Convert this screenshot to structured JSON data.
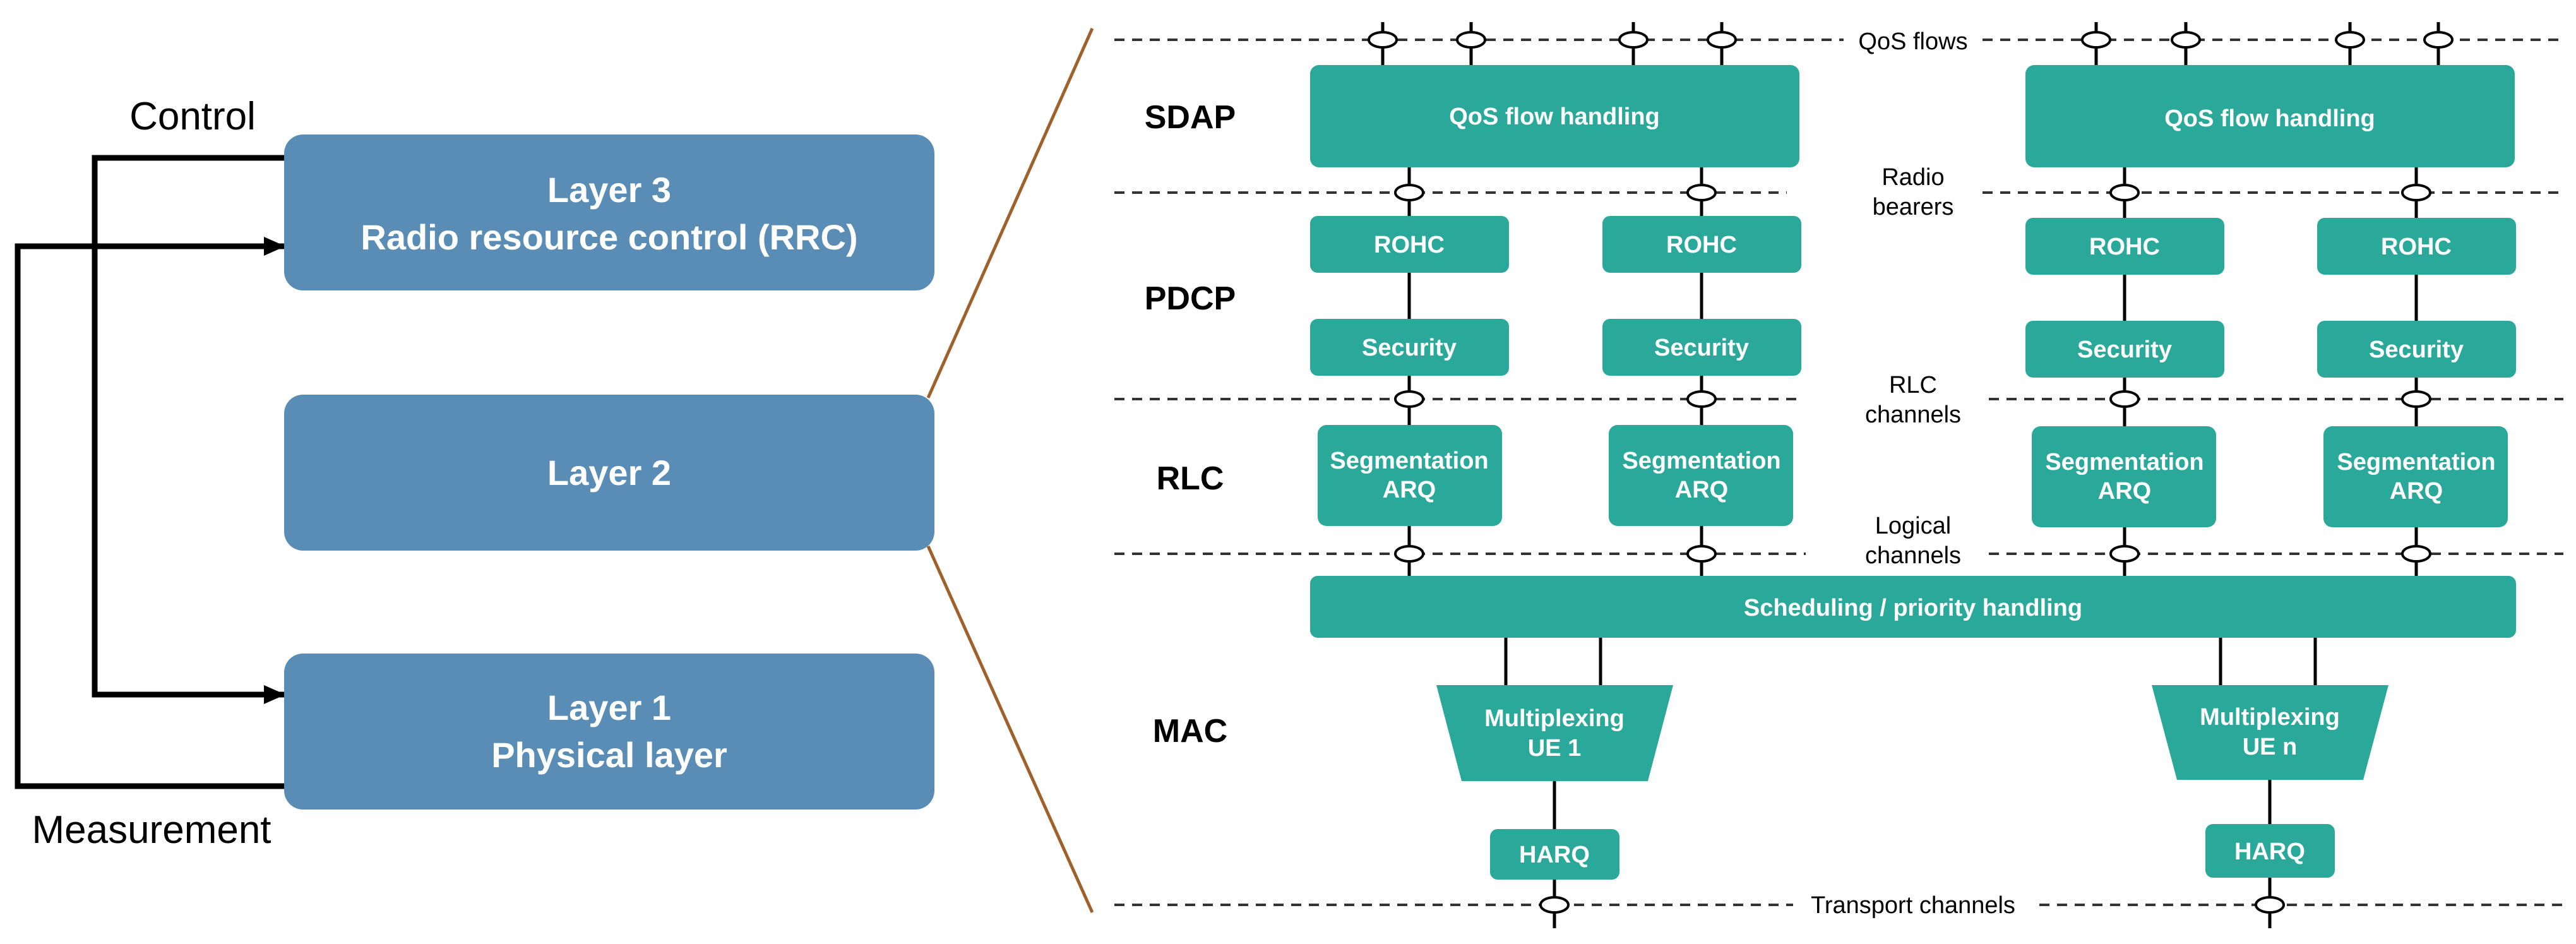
{
  "left": {
    "control_label": "Control",
    "measurement_label": "Measurement",
    "layer3": {
      "line1": "Layer 3",
      "line2": "Radio resource control (RRC)"
    },
    "layer2": {
      "line1": "Layer 2"
    },
    "layer1": {
      "line1": "Layer 1",
      "line2": "Physical layer"
    }
  },
  "right": {
    "sublayers": {
      "sdap": "SDAP",
      "pdcp": "PDCP",
      "rlc": "RLC",
      "mac": "MAC"
    },
    "channels": {
      "qos_flows": "QoS flows",
      "radio_bearers": [
        "Radio",
        "bearers"
      ],
      "rlc_channels": [
        "RLC",
        "channels"
      ],
      "logical_channels": [
        "Logical",
        "channels"
      ],
      "transport_channels": "Transport channels"
    },
    "blocks": {
      "qos_flow_handling": "QoS flow handling",
      "rohc": "ROHC",
      "security": "Security",
      "segmentation": [
        "Segmentation",
        "ARQ"
      ],
      "scheduling": "Scheduling / priority handling",
      "mux_ue1": [
        "Multiplexing",
        "UE 1"
      ],
      "mux_uen": [
        "Multiplexing",
        "UE n"
      ],
      "harq": "HARQ"
    }
  },
  "colors": {
    "layer_box": "#5a8db5",
    "teal_block": "#2aa99a",
    "line": "#000000",
    "dash": "#333333",
    "divider": "#a0602a"
  }
}
